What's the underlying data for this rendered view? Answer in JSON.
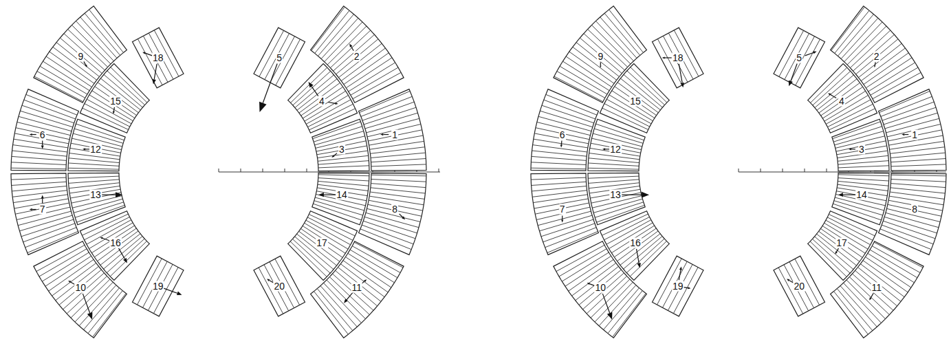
{
  "diagram": {
    "nodes": [
      {
        "text": [
          "9"
        ]
      },
      {
        "text": [
          "18"
        ]
      },
      {
        "text": [
          "5"
        ]
      },
      {
        "text": [
          "2"
        ]
      },
      {
        "text": [
          "15"
        ]
      },
      {
        "text": [
          "4"
        ]
      },
      {
        "text": [
          "6"
        ]
      },
      {
        "text": [
          "12"
        ]
      },
      {
        "text": [
          "3"
        ]
      },
      {
        "text": [
          "1"
        ]
      },
      {
        "text": [
          "13"
        ]
      },
      {
        "text": [
          "14"
        ]
      },
      {
        "text": [
          "7"
        ]
      },
      {
        "text": [
          "8"
        ]
      },
      {
        "text": [
          "16"
        ]
      },
      {
        "text": [
          "17"
        ]
      },
      {
        "text": [
          "10"
        ]
      },
      {
        "text": [
          "19"
        ]
      },
      {
        "text": [
          "20"
        ]
      },
      {
        "text": [
          "11"
        ]
      },
      {
        "text": [
          "9"
        ]
      },
      {
        "text": [
          "18"
        ]
      },
      {
        "text": [
          "5"
        ]
      },
      {
        "text": [
          "2"
        ]
      },
      {
        "text": [
          "15"
        ]
      },
      {
        "text": [
          "4"
        ]
      },
      {
        "text": [
          "6"
        ]
      },
      {
        "text": [
          "12"
        ]
      },
      {
        "text": [
          "3"
        ]
      },
      {
        "text": [
          "1"
        ]
      },
      {
        "text": [
          "13"
        ]
      },
      {
        "text": [
          "14"
        ]
      },
      {
        "text": [
          "7"
        ]
      },
      {
        "text": [
          "8"
        ]
      },
      {
        "text": [
          "16"
        ]
      },
      {
        "text": [
          "17"
        ]
      },
      {
        "text": [
          "10"
        ]
      },
      {
        "text": [
          "19"
        ]
      },
      {
        "text": [
          "20"
        ]
      },
      {
        "text": [
          "11"
        ]
      }
    ]
  }
}
